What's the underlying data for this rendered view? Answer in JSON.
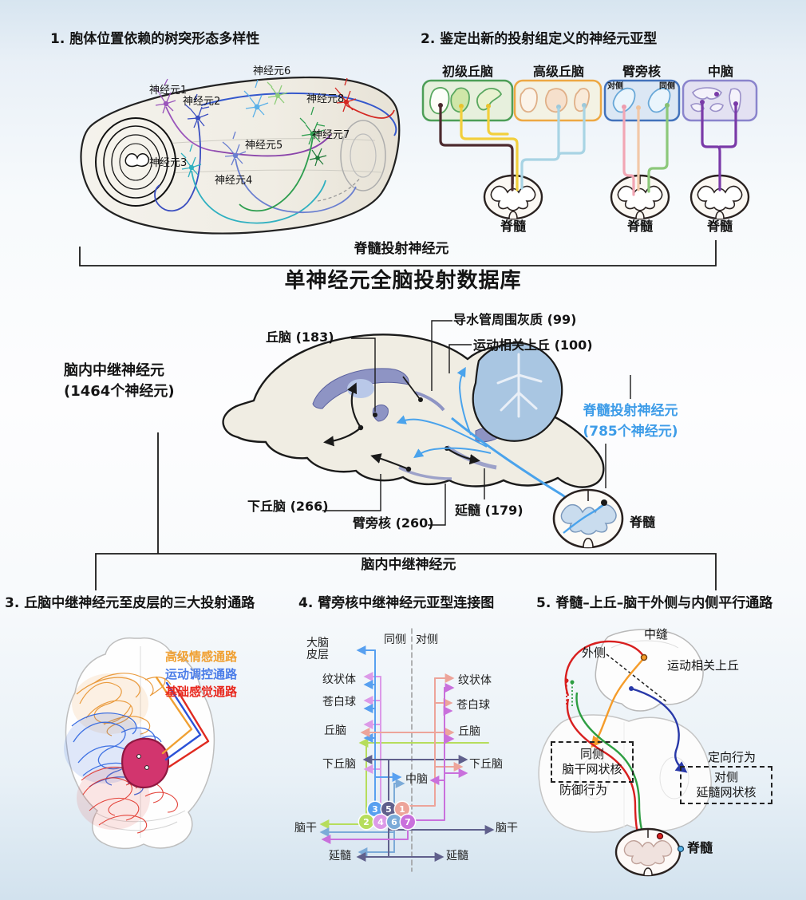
{
  "panel1": {
    "title": "1. 胞体位置依赖的树突形态多样性",
    "neuron_labels": [
      "神经元1",
      "神经元2",
      "神经元3",
      "神经元4",
      "神经元5",
      "神经元6",
      "神经元7",
      "神经元8"
    ]
  },
  "panel2": {
    "title": "2. 鉴定出新的投射组定义的神经元亚型",
    "groups": [
      {
        "label": "初级丘脑",
        "border_color": "#4d9e57"
      },
      {
        "label": "高级丘脑",
        "border_color": "#eda843"
      },
      {
        "label": "臂旁核",
        "border_color": "#4272bb",
        "sublabels": [
          "对侧",
          "同侧"
        ]
      },
      {
        "label": "中脑",
        "border_color": "#8a84cc"
      }
    ],
    "spinal_labels": [
      "脊髓",
      "脊髓",
      "脊髓"
    ]
  },
  "center": {
    "top_bracket_label": "脊髓投射神经元",
    "database_title": "单神经元全脑投射数据库",
    "relay_label": "脑内中继神经元\n(1464个神经元)",
    "spinal_projection_label": "脊髓投射神经元\n(785个神经元)",
    "spinal_projection_color": "#3d9ce8",
    "bottom_bracket_label": "脑内中继神经元",
    "region_labels": {
      "thalamus": "丘脑 (183)",
      "pag": "导水管周围灰质 (99)",
      "superior_colliculus": "运动相关上丘 (100)",
      "hypothalamus": "下丘脑 (266)",
      "parabrachial": "臂旁核 (260)",
      "medulla": "延髓 (179)",
      "spinal_cord": "脊髓"
    }
  },
  "panel3": {
    "title": "3. 丘脑中继神经元至皮层的三大投射通路",
    "legend": [
      {
        "label": "高级情感通路",
        "color": "#f0a032"
      },
      {
        "label": "运动调控通路",
        "color": "#4a7ce8"
      },
      {
        "label": "基础感觉通路",
        "color": "#e8281e"
      }
    ]
  },
  "panel4": {
    "title": "4. 臂旁核中继神经元亚型连接图",
    "ipsi_label": "同侧",
    "contra_label": "对侧",
    "left_regions": {
      "cortex": "大脑\n皮层",
      "striatum": "纹状体",
      "pallidum": "苍白球",
      "thalamus": "丘脑",
      "hypothalamus": "下丘脑"
    },
    "midline_region": "中脑",
    "right_regions": {
      "striatum": "纹状体",
      "pallidum": "苍白球",
      "thalamus": "丘脑",
      "hypothalamus": "下丘脑"
    },
    "bottom_left_regions": {
      "brainstem": "脑干",
      "medulla": "延髓"
    },
    "bottom_right_regions": {
      "brainstem": "脑干",
      "medulla": "延髓"
    },
    "subtypes": [
      {
        "n": "3",
        "color": "#58a0f0"
      },
      {
        "n": "5",
        "color": "#60608c"
      },
      {
        "n": "1",
        "color": "#eda49a"
      },
      {
        "n": "2",
        "color": "#b6dd5c"
      },
      {
        "n": "4",
        "color": "#dc9ae8"
      },
      {
        "n": "6",
        "color": "#7cabd8"
      },
      {
        "n": "7",
        "color": "#c970dc"
      }
    ]
  },
  "panel5": {
    "title": "5. 脊髓–上丘–脑干外侧与内侧平行通路",
    "labels": {
      "raphe": "中缝",
      "lateral": "外侧",
      "superior_colliculus": "运动相关上丘",
      "ipsi_box": "同侧\n脑干网状核",
      "defense": "防御行为",
      "orienting": "定向行为",
      "contra_box": "对侧\n延髓网状核",
      "spinal_cord": "脊髓"
    }
  }
}
